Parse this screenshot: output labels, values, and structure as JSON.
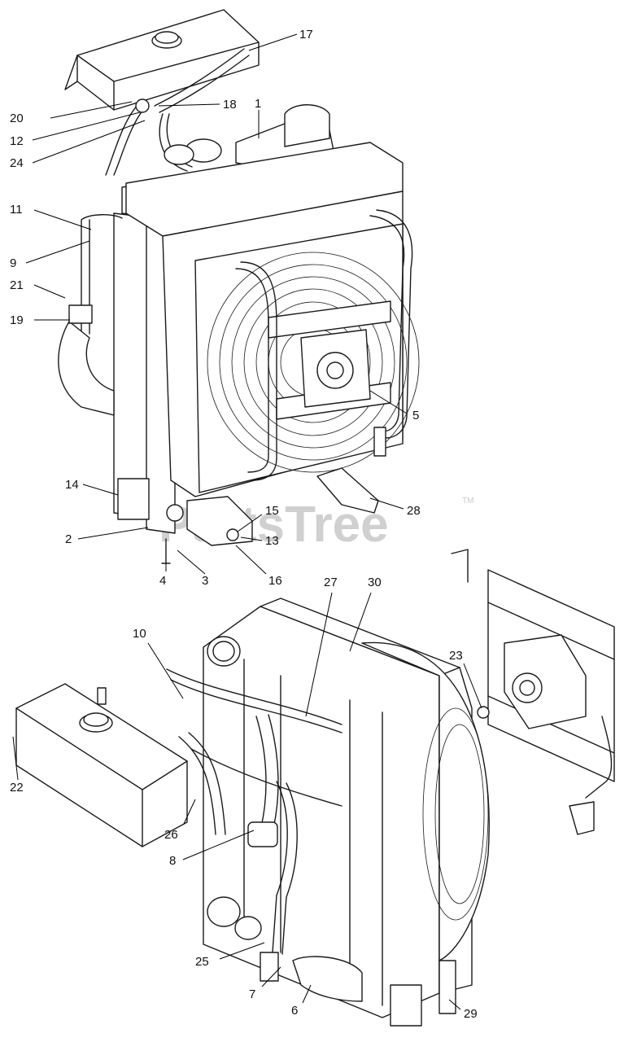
{
  "watermark": {
    "text": "PartsTree",
    "trademark": "TM"
  },
  "callouts": [
    "17",
    "20",
    "18",
    "12",
    "24",
    "1",
    "11",
    "9",
    "21",
    "19",
    "5",
    "14",
    "28",
    "15",
    "2",
    "13",
    "4",
    "3",
    "16",
    "27",
    "30",
    "10",
    "23",
    "22",
    "26",
    "8",
    "25",
    "7",
    "6",
    "29"
  ]
}
